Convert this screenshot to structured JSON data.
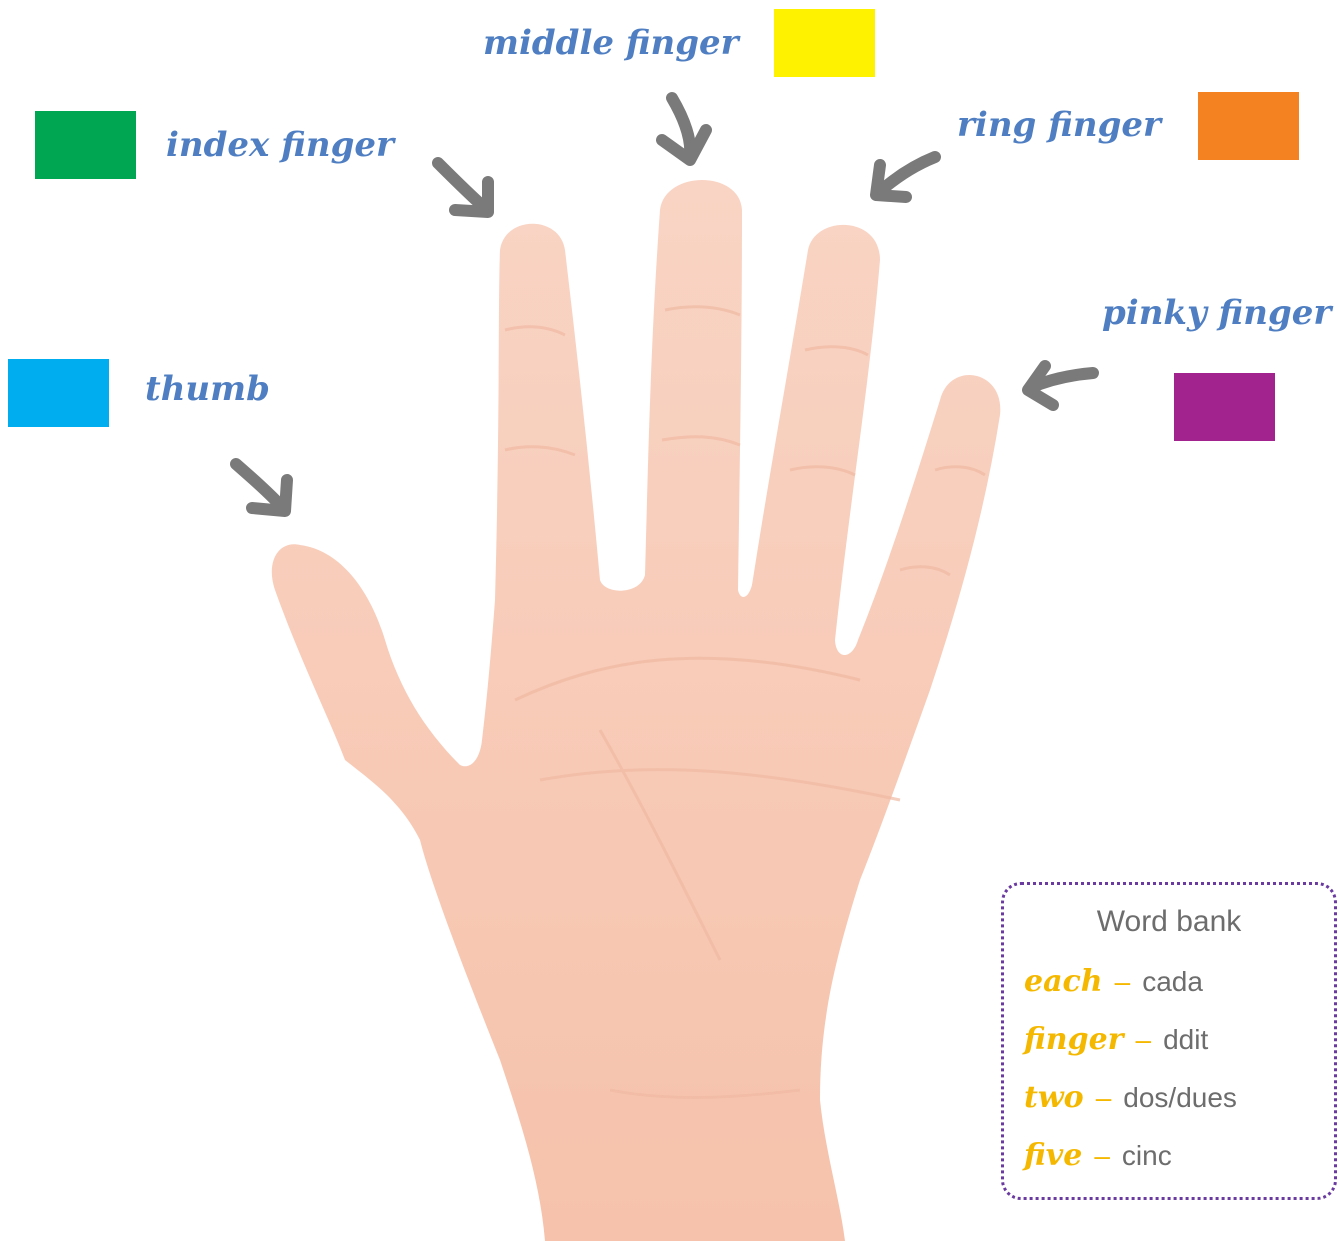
{
  "labels": {
    "middle": "middle finger",
    "index": "index finger",
    "ring": "ring finger",
    "pinky": "pinky finger",
    "thumb": "thumb"
  },
  "swatches": {
    "middle": "#fff200",
    "index": "#00a651",
    "ring": "#f58220",
    "pinky": "#a3238e",
    "thumb": "#00aeef"
  },
  "word_bank": {
    "title": "Word bank",
    "entries": [
      {
        "en": "each",
        "ca": "cada"
      },
      {
        "en": "finger",
        "ca": "ddit"
      },
      {
        "en": "two",
        "ca": "dos/dues"
      },
      {
        "en": "five",
        "ca": "cinc"
      }
    ],
    "separator": "–"
  },
  "colors": {
    "label_text": "#4f7fc2",
    "arrow": "#7a7a7a",
    "skin": "#f8cdb9",
    "word_en": "#f5b800",
    "border": "#6a3aa0"
  }
}
